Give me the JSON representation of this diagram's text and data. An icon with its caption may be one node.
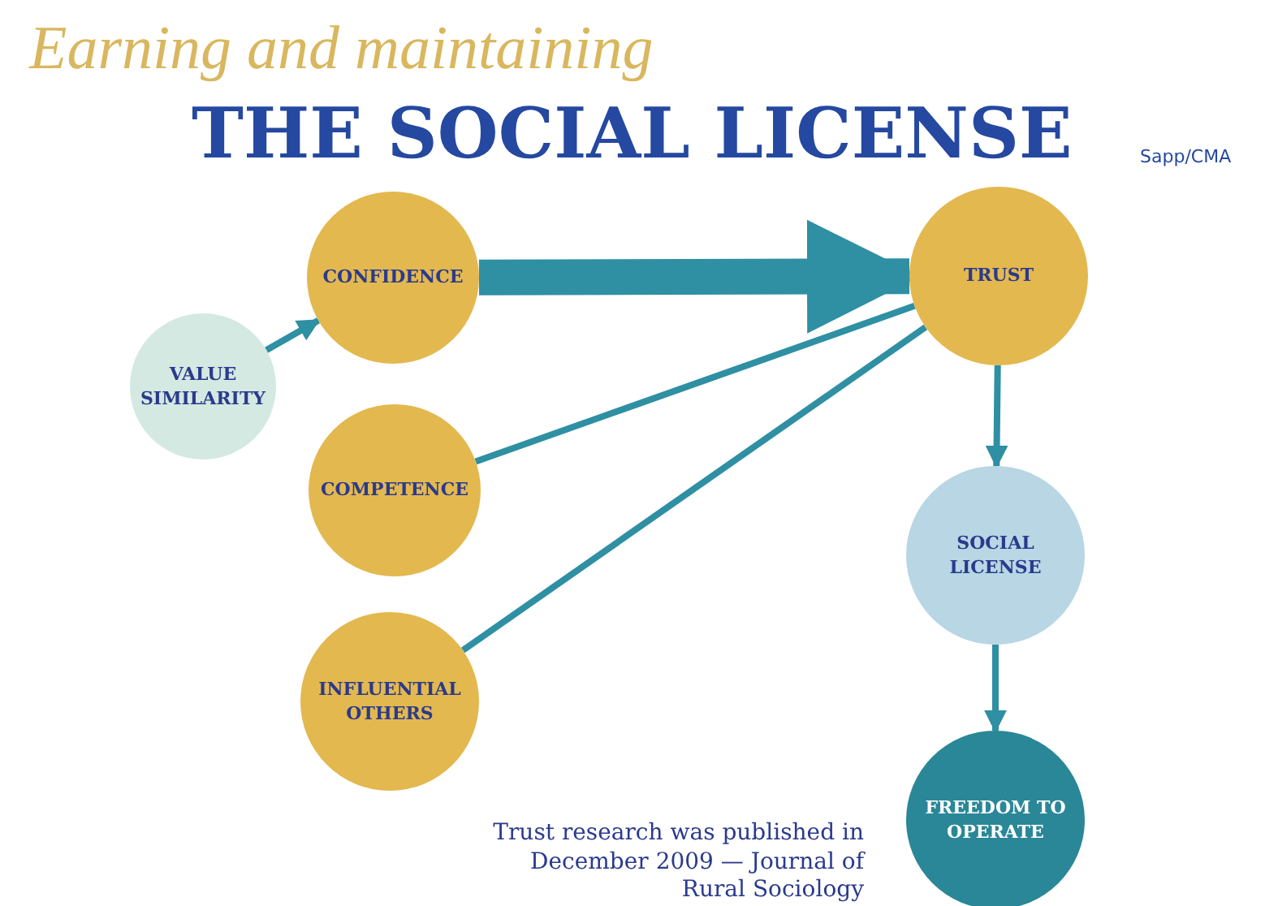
{
  "diagram": {
    "title": "THE SOCIAL LICENSE",
    "caption": "Trust research was published in December 2009 — Journal of Rural Sociology",
    "nodes": [
      {
        "text": [
          "VALUE SIMILARITY"
        ]
      },
      {
        "text": [
          "CONFIDENCE"
        ]
      },
      {
        "text": [
          "TRUST"
        ]
      },
      {
        "text": [
          "COMPETENCE"
        ]
      },
      {
        "text": [
          "INFLUENTIAL OTHERS"
        ]
      },
      {
        "text": [
          "SOCIAL LICENSE"
        ]
      },
      {
        "text": [
          "FREEDOM TO OPERATE"
        ]
      }
    ],
    "edges": [
      {
        "from": 0,
        "to": 1,
        "arrow": "to"
      },
      {
        "from": 1,
        "to": 2,
        "arrow": "to",
        "style": "thick"
      },
      {
        "from": 3,
        "to": 2,
        "arrow": "none"
      },
      {
        "from": 4,
        "to": 2,
        "arrow": "none"
      },
      {
        "from": 2,
        "to": 5,
        "arrow": "to"
      },
      {
        "from": 5,
        "to": 6,
        "arrow": "to"
      }
    ],
    "labels": [
      "Earning and maintaining",
      "Sapp/CMA"
    ]
  }
}
